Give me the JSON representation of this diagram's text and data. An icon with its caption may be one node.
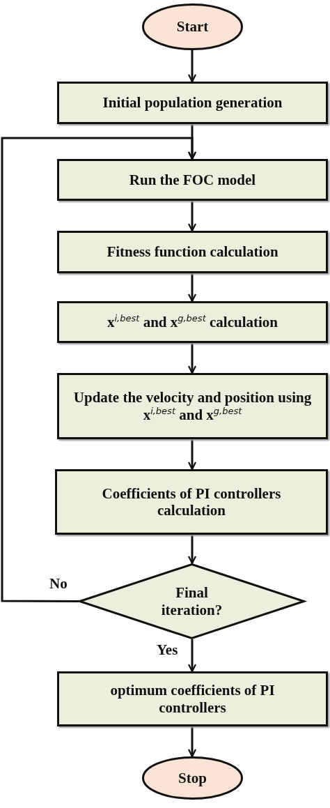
{
  "diagram": {
    "nodes": [
      {
        "text": [
          "Start"
        ]
      },
      {
        "text": [
          "Initial population generation"
        ]
      },
      {
        "text": [
          "Run the FOC model"
        ]
      },
      {
        "text": [
          "Fitness function calculation"
        ]
      },
      {
        "text": [
          "x$^{i,best}$ and x$^{g,best}$ calculation"
        ]
      },
      {
        "text": [
          "Update the velocity and position using x$^{i,best}$ and x$^{g,best}$"
        ]
      },
      {
        "text": [
          "Coefficients of PI controllers calculation"
        ]
      },
      {
        "text": [
          "Final iteration?"
        ]
      },
      {
        "text": [
          "optimum coefficients of PI controllers"
        ]
      },
      {
        "text": [
          "Stop"
        ]
      }
    ],
    "edges": [
      {
        "from": 0,
        "to": 1,
        "arrow": "to"
      },
      {
        "from": 1,
        "to": 2,
        "arrow": "to"
      },
      {
        "from": 2,
        "to": 3,
        "arrow": "to"
      },
      {
        "from": 3,
        "to": 4,
        "arrow": "to"
      },
      {
        "from": 4,
        "to": 5,
        "arrow": "to"
      },
      {
        "from": 5,
        "to": 6,
        "arrow": "to"
      },
      {
        "from": 6,
        "to": 7,
        "arrow": "to"
      },
      {
        "from": 7,
        "to": 2,
        "label": "No",
        "arrow": "to"
      },
      {
        "from": 7,
        "to": 8,
        "label": "Yes",
        "arrow": "to"
      },
      {
        "from": 8,
        "to": 9,
        "arrow": "to"
      }
    ]
  }
}
